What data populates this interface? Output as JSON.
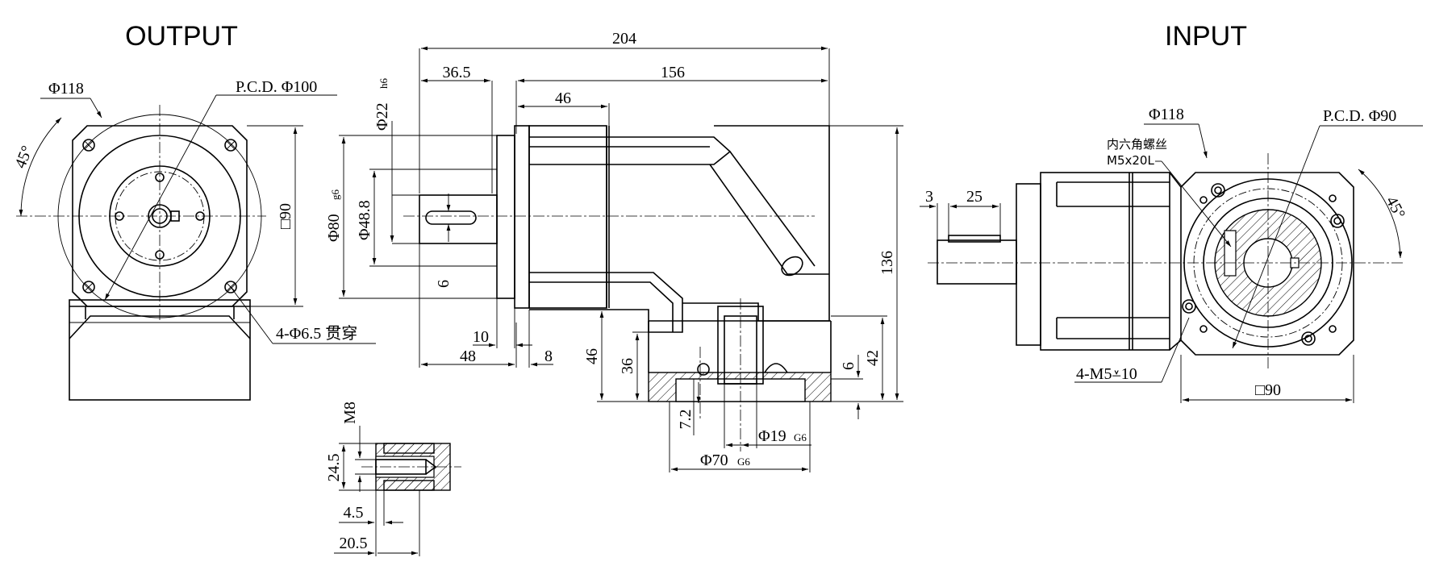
{
  "views": {
    "output": {
      "title": "OUTPUT"
    },
    "input": {
      "title": "INPUT"
    }
  },
  "output_view": {
    "outer_dia": "Φ118",
    "pcd": "P.C.D. Φ100",
    "angle": "45°",
    "square": "□90",
    "holes": "4-Φ6.5 贯穿"
  },
  "side_view": {
    "total_length": "204",
    "shaft_length": "36.5",
    "body_length": "156",
    "flange_depth": "46",
    "shaft_dia": "Φ22",
    "shaft_tol": "h6",
    "pilot_dia": "Φ80",
    "pilot_tol": "g6",
    "hub_dia": "Φ48.8",
    "key_width": "6",
    "pilot_len": "10",
    "base_48": "48",
    "base_8": "8",
    "height_46": "46",
    "height_36": "36",
    "height_136": "136",
    "height_42": "42",
    "height_6": "6",
    "depth_7_2": "7.2",
    "bore_dia": "Φ19",
    "bore_tol": "G6",
    "spigot_dia": "Φ70",
    "spigot_tol": "G6"
  },
  "shaft_detail": {
    "thread": "M8",
    "len_24_5": "24.5",
    "len_4_5": "4.5",
    "len_20_5": "20.5"
  },
  "input_view": {
    "dim_3": "3",
    "dim_25": "25",
    "outer_dia": "Φ118",
    "screw_line1": "内六角螺丝",
    "screw_line2": "M5x20L",
    "pcd": "P.C.D. Φ90",
    "angle": "45°",
    "holes": "4-M5⩡10",
    "square": "□90"
  }
}
